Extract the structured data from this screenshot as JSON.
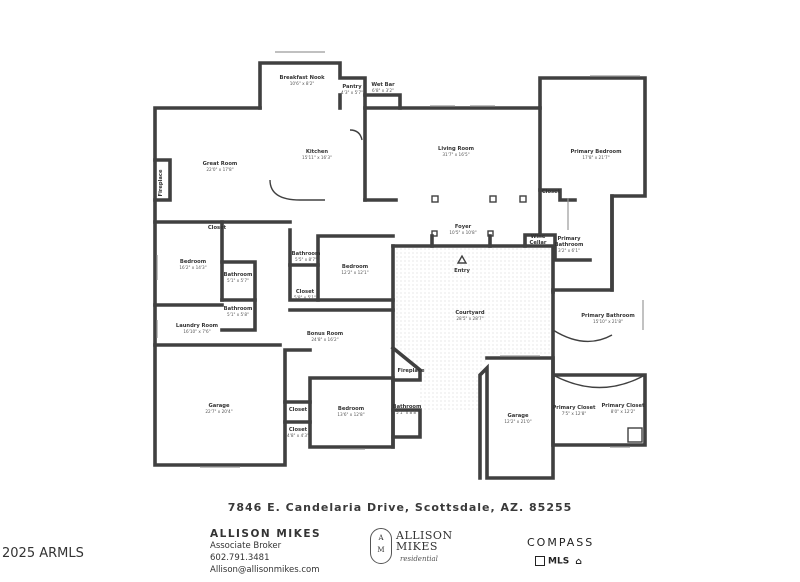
{
  "rooms": [
    {
      "id": "breakfast-nook",
      "name": "Breakfast Nook",
      "dims": "10'6\" x 8'2\""
    },
    {
      "id": "pantry",
      "name": "Pantry",
      "dims": "4'3\" x 5'7\""
    },
    {
      "id": "wet-bar",
      "name": "Wet Bar",
      "dims": "6'8\" x 3'2\""
    },
    {
      "id": "great-room",
      "name": "Great Room",
      "dims": "22'0\" x 17'8\""
    },
    {
      "id": "kitchen",
      "name": "Kitchen",
      "dims": "15'11\" x 16'3\""
    },
    {
      "id": "living-room",
      "name": "Living Room",
      "dims": "31'7\" x 16'5\""
    },
    {
      "id": "primary-bedroom",
      "name": "Primary Bedroom",
      "dims": "17'8\" x 21'7\""
    },
    {
      "id": "closet-pb",
      "name": "Closet",
      "dims": ""
    },
    {
      "id": "fireplace-1",
      "name": "Fireplace",
      "dims": ""
    },
    {
      "id": "foyer",
      "name": "Foyer",
      "dims": "10'5\" x 10'8\""
    },
    {
      "id": "wine-cellar",
      "name": "Wine Cellar",
      "dims": ""
    },
    {
      "id": "primary-bathroom-small",
      "name": "Primary Bathroom",
      "dims": "3'2\" x 6'1\""
    },
    {
      "id": "closet-1",
      "name": "Closet",
      "dims": ""
    },
    {
      "id": "bedroom-1",
      "name": "Bedroom",
      "dims": "16'2\" x 14'3\""
    },
    {
      "id": "bathroom-1",
      "name": "Bathroom",
      "dims": "5'1\" x 5'7\""
    },
    {
      "id": "bathroom-2",
      "name": "Bathroom",
      "dims": "5'1\" x 5'8\""
    },
    {
      "id": "bathroom-3",
      "name": "Bathroom",
      "dims": "5'5\" x 8'7\""
    },
    {
      "id": "closet-2",
      "name": "Closet",
      "dims": "5'8\" x 5'1\""
    },
    {
      "id": "bedroom-2",
      "name": "Bedroom",
      "dims": "12'2\" x 12'1\""
    },
    {
      "id": "entry",
      "name": "Entry",
      "dims": ""
    },
    {
      "id": "courtyard",
      "name": "Courtyard",
      "dims": "28'5\" x 28'7\""
    },
    {
      "id": "primary-bathroom",
      "name": "Primary Bathroom",
      "dims": "15'10\" x 21'8\""
    },
    {
      "id": "laundry-room",
      "name": "Laundry Room",
      "dims": "16'10\" x 7'6\""
    },
    {
      "id": "bonus-room",
      "name": "Bonus Room",
      "dims": "24'8\" x 16'2\""
    },
    {
      "id": "fireplace-2",
      "name": "Fireplace",
      "dims": ""
    },
    {
      "id": "garage-1",
      "name": "Garage",
      "dims": "22'7\" x 20'4\""
    },
    {
      "id": "closet-3",
      "name": "Closet",
      "dims": ""
    },
    {
      "id": "closet-4",
      "name": "Closet",
      "dims": "4'8\" x 4'3\""
    },
    {
      "id": "bedroom-3",
      "name": "Bedroom",
      "dims": "13'6\" x 12'8\""
    },
    {
      "id": "bathroom-4",
      "name": "Bathroom",
      "dims": "5'1\" x 8'8\""
    },
    {
      "id": "garage-2",
      "name": "Garage",
      "dims": "12'2\" x 21'0\""
    },
    {
      "id": "primary-closet-1",
      "name": "Primary Closet",
      "dims": "7'5\" x 12'8\""
    },
    {
      "id": "primary-closet-2",
      "name": "Primary Closet",
      "dims": "8'0\" x 12'2\""
    }
  ],
  "address": "7846 E. Candelaria Drive, Scottsdale, AZ. 85255",
  "copyright": "2025 ARMLS",
  "agent": {
    "name": "ALLISON MIKES",
    "title": "Associate Broker",
    "phone": "602.791.3481",
    "email": "Allison@allisonmikes.com"
  },
  "logo": {
    "monogram_top": "A",
    "monogram_bottom": "M",
    "brand_line1": "ALLISON",
    "brand_line2": "MIKES",
    "brand_script": "residential"
  },
  "brokerage": "COMPASS",
  "badges": "MLS"
}
